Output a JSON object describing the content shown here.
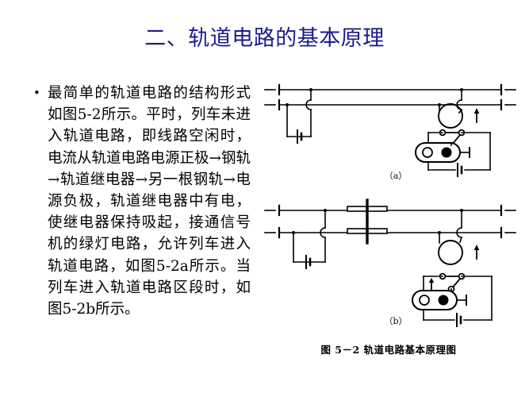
{
  "slide": {
    "title": "二、轨道电路的基本原理",
    "title_color": "#1c1c8e",
    "background_color": "#ffffff"
  },
  "body": {
    "bullet_glyph": "•",
    "paragraph": "最简单的轨道电路的结构形式如图5-2所示。平时，列车未进入轨道电路，即线路空闲时，电流从轨道电路电源正极→钢轨→轨道继电器→另一根钢轨→电源负极，轨道继电器中有电，使继电器保持吸起，接通信号机的绿灯电路，允许列车进入轨道电路，如图5-2a所示。当列车进入轨道电路区段时，如图5-2b所示。"
  },
  "figure": {
    "caption": "图 5－2   轨道电路基本原理图",
    "sub_label_a": "（a）",
    "sub_label_b": "（b）",
    "line_color": "#000000"
  }
}
